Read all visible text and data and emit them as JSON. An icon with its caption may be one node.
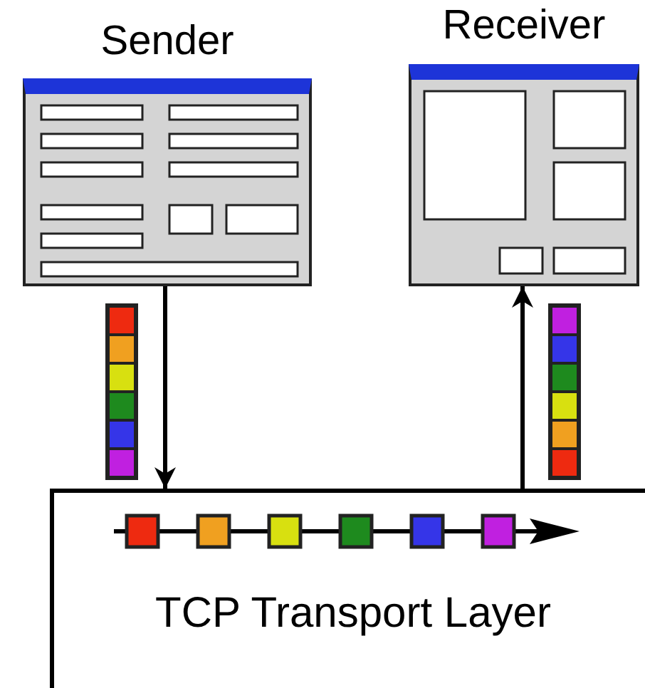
{
  "diagram": {
    "nodes": [
      {
        "text": [
          "Sender"
        ]
      },
      {
        "text": [
          "Receiver"
        ]
      },
      {
        "text": [
          "TCP Transport Layer"
        ]
      }
    ],
    "edges": [
      {
        "from": 0,
        "to": 2,
        "arrow": "to"
      },
      {
        "from": 2,
        "to": 1,
        "arrow": "to"
      }
    ]
  }
}
